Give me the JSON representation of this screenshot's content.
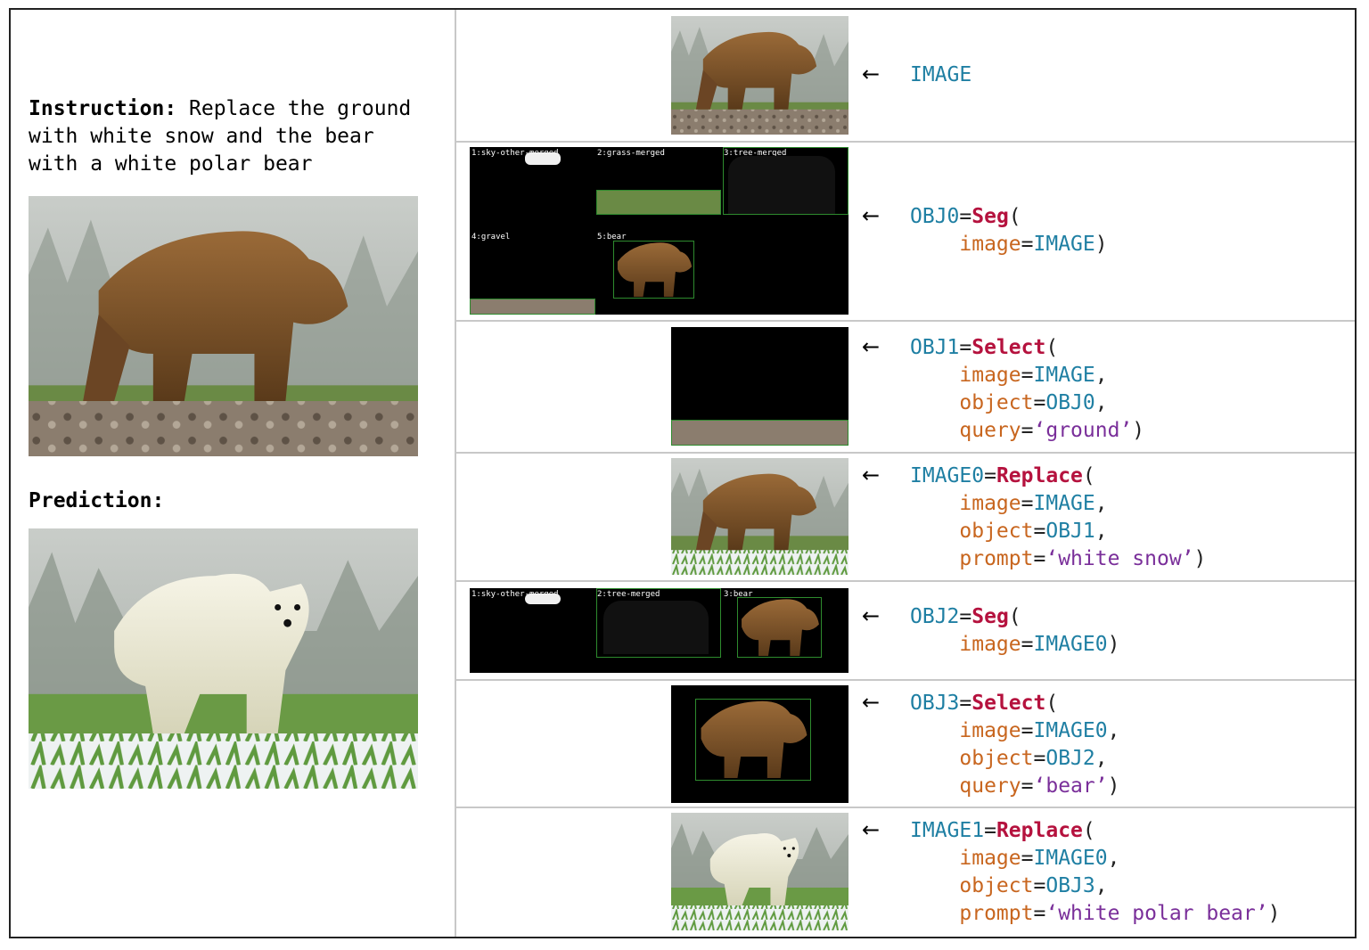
{
  "instruction": {
    "label": "Instruction:",
    "text": " Replace the ground with white snow and the bear with a white polar bear"
  },
  "prediction_label": "Prediction:",
  "steps": [
    {
      "var": "IMAGE",
      "fn": "",
      "args": []
    },
    {
      "var": "OBJ0",
      "fn": "Seg",
      "args": [
        {
          "k": "image",
          "v": "IMAGE",
          "str": false,
          "end": ")"
        }
      ],
      "seg_labels": [
        "1:sky-other-merged",
        "2:grass-merged",
        "3:tree-merged",
        "4:gravel",
        "5:bear"
      ]
    },
    {
      "var": "OBJ1",
      "fn": "Select",
      "args": [
        {
          "k": "image",
          "v": "IMAGE",
          "str": false,
          "end": ","
        },
        {
          "k": "object",
          "v": "OBJ0",
          "str": false,
          "end": ","
        },
        {
          "k": "query",
          "v": "‘ground’",
          "str": true,
          "end": ")"
        }
      ]
    },
    {
      "var": "IMAGE0",
      "fn": "Replace",
      "args": [
        {
          "k": "image",
          "v": "IMAGE",
          "str": false,
          "end": ","
        },
        {
          "k": "object",
          "v": "OBJ1",
          "str": false,
          "end": ","
        },
        {
          "k": "prompt",
          "v": "‘white snow’",
          "str": true,
          "end": ")"
        }
      ]
    },
    {
      "var": "OBJ2",
      "fn": "Seg",
      "args": [
        {
          "k": "image",
          "v": "IMAGE0",
          "str": false,
          "end": ")"
        }
      ],
      "seg_labels": [
        "1:sky-other-merged",
        "2:tree-merged",
        "3:bear"
      ]
    },
    {
      "var": "OBJ3",
      "fn": "Select",
      "args": [
        {
          "k": "image",
          "v": "IMAGE0",
          "str": false,
          "end": ","
        },
        {
          "k": "object",
          "v": "OBJ2",
          "str": false,
          "end": ","
        },
        {
          "k": "query",
          "v": "‘bear’",
          "str": true,
          "end": ")"
        }
      ]
    },
    {
      "var": "IMAGE1",
      "fn": "Replace",
      "args": [
        {
          "k": "image",
          "v": "IMAGE0",
          "str": false,
          "end": ","
        },
        {
          "k": "object",
          "v": "OBJ3",
          "str": false,
          "end": ","
        },
        {
          "k": "prompt",
          "v": "‘white polar bear’",
          "str": true,
          "end": ")"
        }
      ]
    }
  ],
  "arrow": "←",
  "colors": {
    "var": "#1f7fa3",
    "fn": "#b5123e",
    "arg": "#c8661f",
    "str": "#7a2f9a"
  }
}
